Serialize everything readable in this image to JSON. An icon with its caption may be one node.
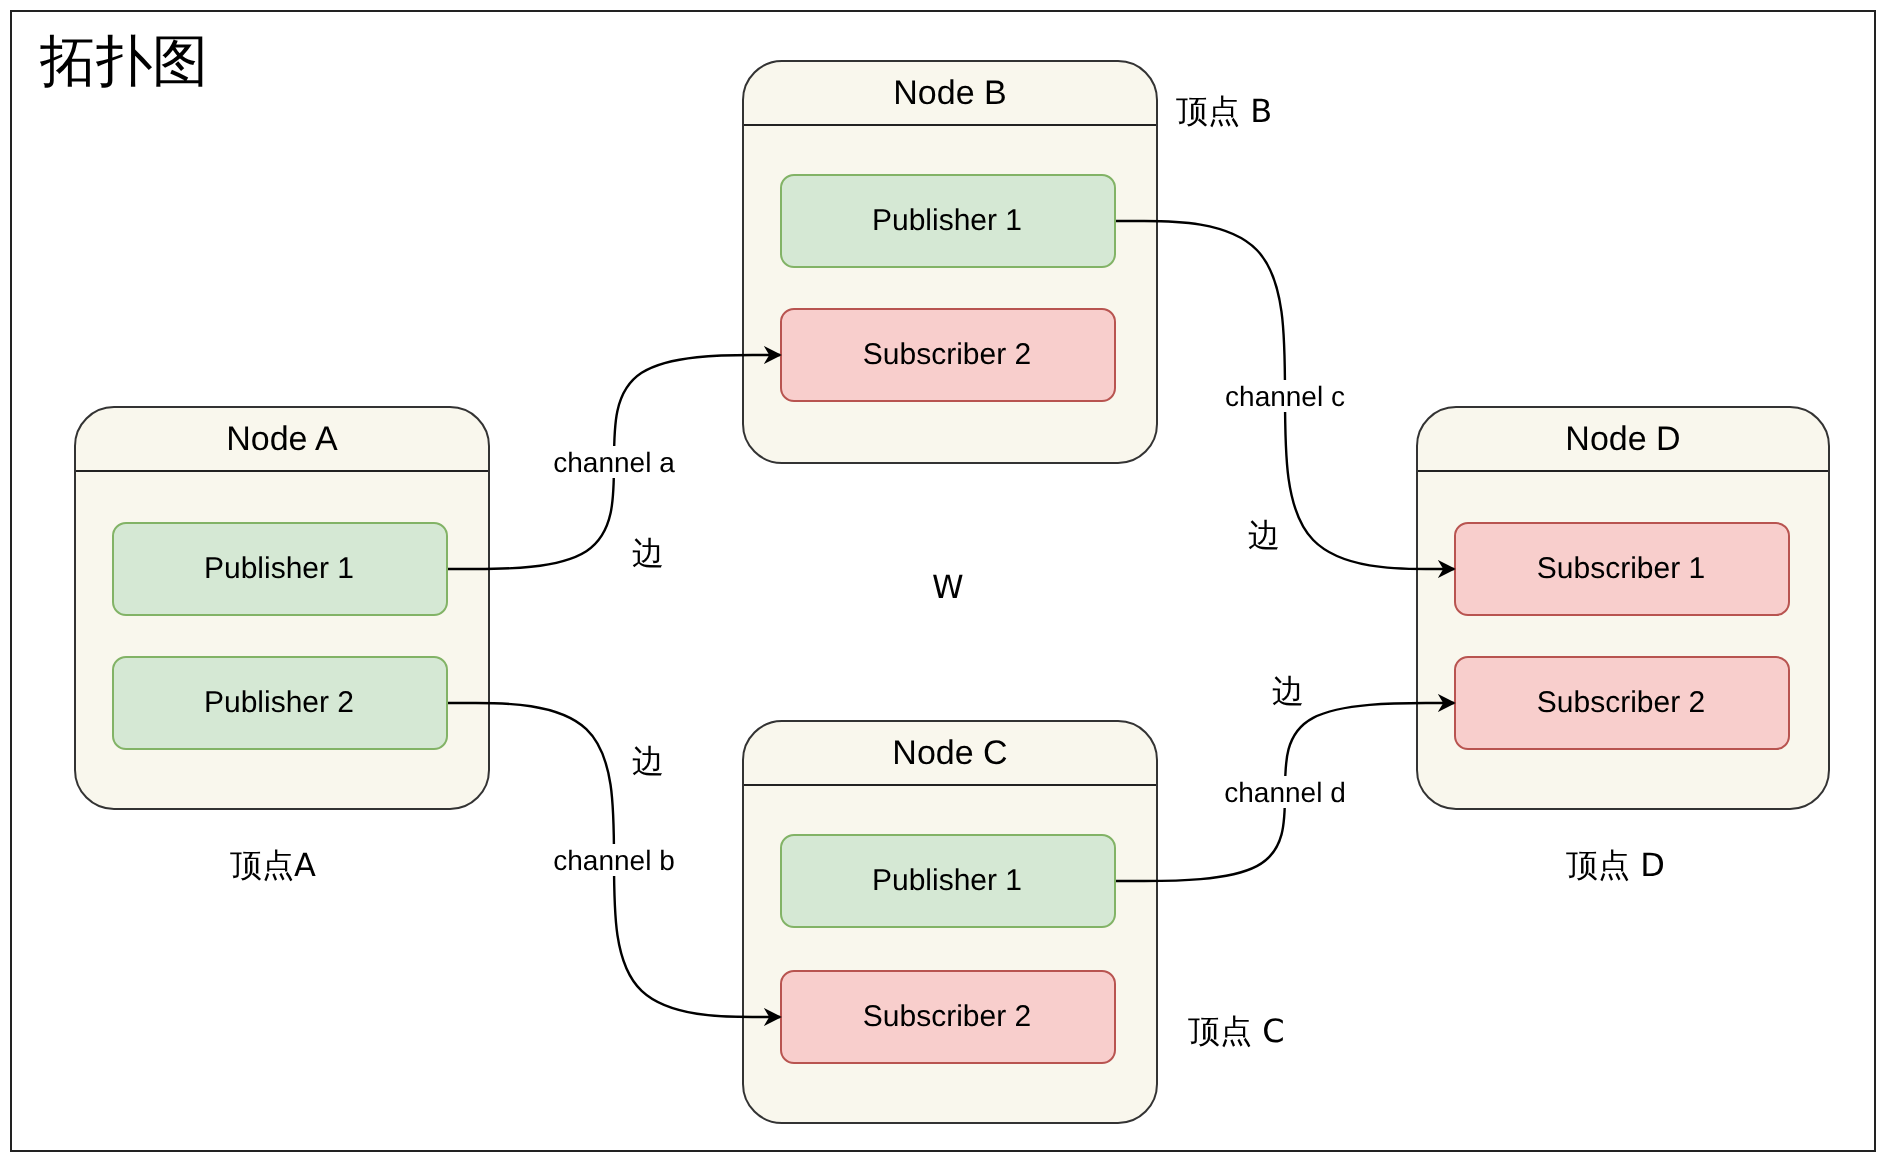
{
  "diagram": {
    "title": "拓扑图",
    "nodes": [
      {
        "text": [
          "Node A"
        ],
        "beside": [
          "顶点A"
        ]
      },
      {
        "text": [
          "Publisher 1"
        ],
        "in": 0
      },
      {
        "text": [
          "Publisher 2"
        ],
        "in": 0
      },
      {
        "text": [
          "Node B"
        ],
        "beside": [
          "顶点 B"
        ]
      },
      {
        "text": [
          "Publisher 1"
        ],
        "in": 3
      },
      {
        "text": [
          "Subscriber 2"
        ],
        "in": 3
      },
      {
        "text": [
          "Node C"
        ],
        "beside": [
          "顶点 C"
        ]
      },
      {
        "text": [
          "Publisher 1"
        ],
        "in": 6
      },
      {
        "text": [
          "Subscriber 2"
        ],
        "in": 6
      },
      {
        "text": [
          "Node D"
        ],
        "beside": [
          "顶点 D"
        ]
      },
      {
        "text": [
          "Subscriber 1"
        ],
        "in": 9
      },
      {
        "text": [
          "Subscriber 2"
        ],
        "in": 9
      }
    ],
    "edges": [
      {
        "from": 1,
        "to": 5,
        "arrow": "to",
        "label": "channel a"
      },
      {
        "from": 2,
        "to": 8,
        "arrow": "to",
        "label": "channel b"
      },
      {
        "from": 4,
        "to": 10,
        "arrow": "to",
        "label": "channel c"
      },
      {
        "from": 7,
        "to": 11,
        "arrow": "to",
        "label": "channel d"
      }
    ],
    "labels": [
      "边",
      "边",
      "W",
      "边",
      "边"
    ]
  }
}
